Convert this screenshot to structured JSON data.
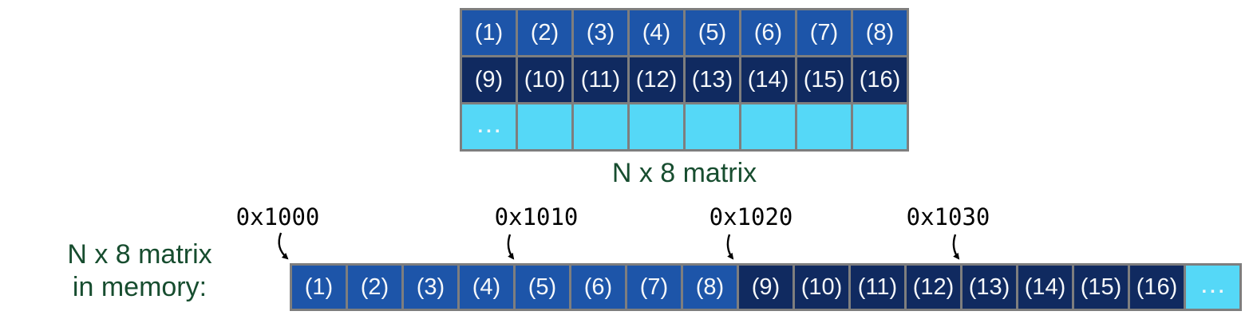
{
  "colors": {
    "cell_blue": "#1d55a9",
    "cell_navy": "#102a60",
    "cell_cyan": "#55d8f7",
    "grid_border": "#7e7e7e",
    "label_green": "#174d2f",
    "address_text": "#000000",
    "cell_text": "#f6f8fa"
  },
  "matrix": {
    "caption": "N x 8 matrix",
    "rows": [
      {
        "cells": [
          "(1)",
          "(2)",
          "(3)",
          "(4)",
          "(5)",
          "(6)",
          "(7)",
          "(8)"
        ]
      },
      {
        "cells": [
          "(9)",
          "(10)",
          "(11)",
          "(12)",
          "(13)",
          "(14)",
          "(15)",
          "(16)"
        ]
      },
      {
        "cells": [
          "...",
          "",
          "",
          "",
          "",
          "",
          "",
          ""
        ]
      }
    ]
  },
  "memory": {
    "label_line1": "N x 8 matrix",
    "label_line2": "in memory:",
    "addresses": [
      {
        "label": "0x1000"
      },
      {
        "label": "0x1010"
      },
      {
        "label": "0x1020"
      },
      {
        "label": "0x1030"
      }
    ],
    "cells": [
      {
        "label": "(1)"
      },
      {
        "label": "(2)"
      },
      {
        "label": "(3)"
      },
      {
        "label": "(4)"
      },
      {
        "label": "(5)"
      },
      {
        "label": "(6)"
      },
      {
        "label": "(7)"
      },
      {
        "label": "(8)"
      },
      {
        "label": "(9)"
      },
      {
        "label": "(10)"
      },
      {
        "label": "(11)"
      },
      {
        "label": "(12)"
      },
      {
        "label": "(13)"
      },
      {
        "label": "(14)"
      },
      {
        "label": "(15)"
      },
      {
        "label": "(16)"
      },
      {
        "label": "..."
      }
    ]
  }
}
